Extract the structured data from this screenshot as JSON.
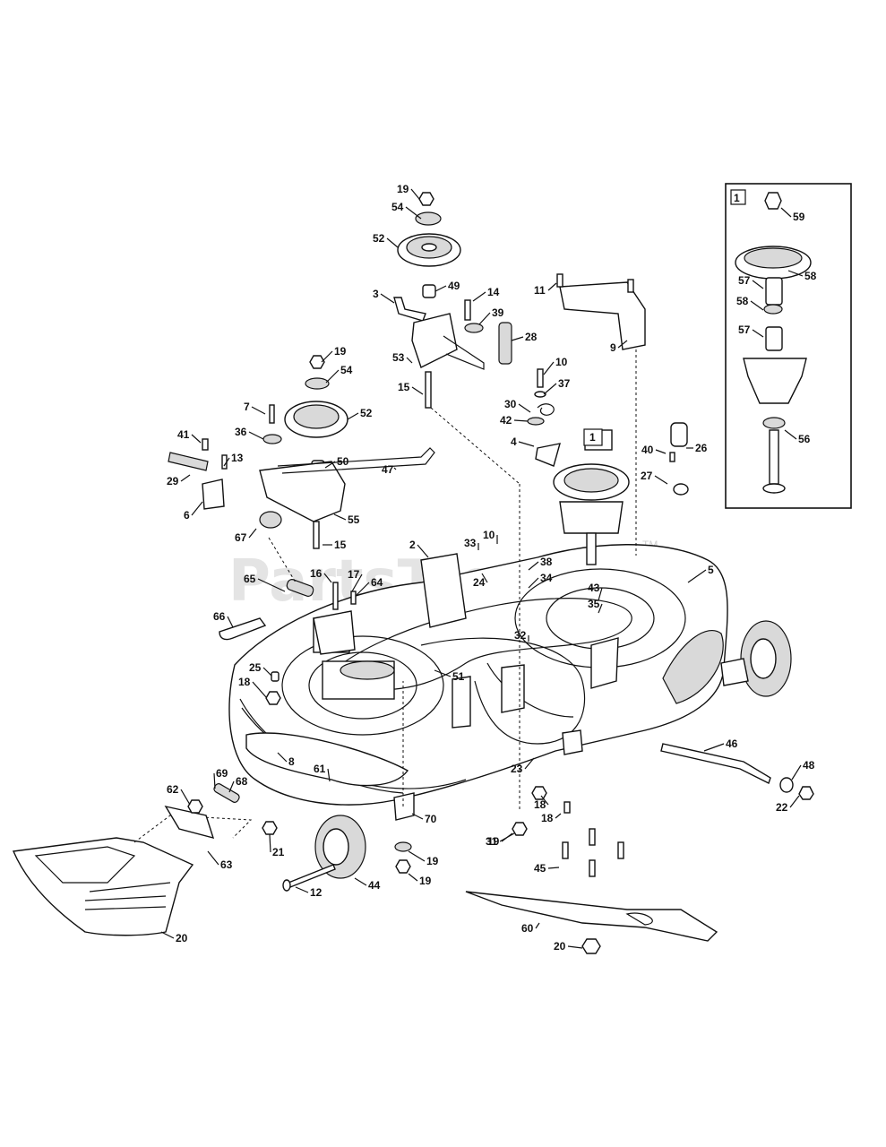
{
  "watermark": "PartsTree",
  "watermark_tm": "TM",
  "inset_label": "1",
  "main_callout": "1",
  "labels": [
    "19",
    "54",
    "52",
    "3",
    "49",
    "14",
    "39",
    "11",
    "9",
    "28",
    "53",
    "15",
    "10",
    "37",
    "30",
    "42",
    "4",
    "19",
    "54",
    "7",
    "52",
    "36",
    "41",
    "13",
    "50",
    "47",
    "29",
    "6",
    "55",
    "67",
    "15",
    "40",
    "26",
    "27",
    "2",
    "33",
    "10",
    "24",
    "38",
    "34",
    "5",
    "16",
    "17",
    "65",
    "64",
    "43",
    "35",
    "66",
    "32",
    "25",
    "18",
    "51",
    "8",
    "61",
    "23",
    "46",
    "48",
    "22",
    "69",
    "68",
    "62",
    "18",
    "18",
    "19",
    "70",
    "63",
    "21",
    "19",
    "19",
    "31",
    "44",
    "12",
    "45",
    "60",
    "20",
    "20",
    "59",
    "58",
    "57",
    "58",
    "57",
    "56"
  ]
}
